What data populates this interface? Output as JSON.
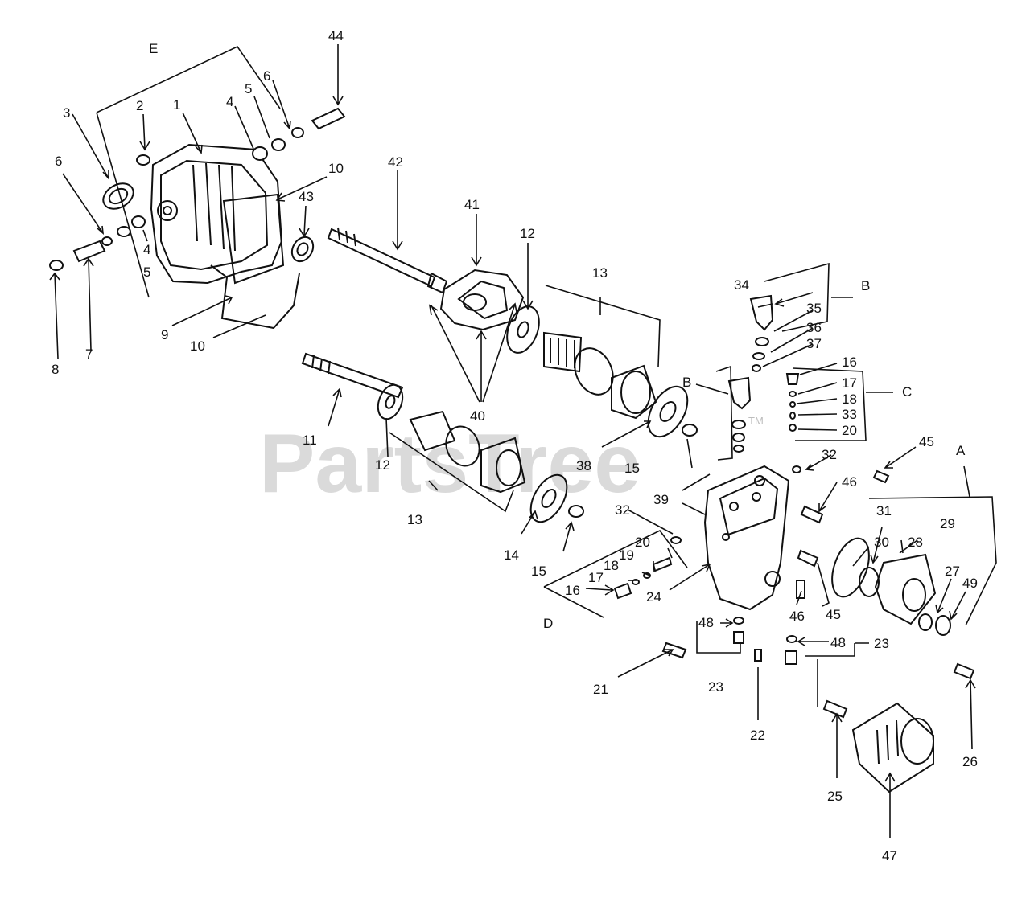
{
  "watermark": {
    "text": "PartsTree",
    "tm": "TM"
  },
  "callouts": {
    "E": "E",
    "A": "A",
    "B": "B",
    "C": "C",
    "D": "D",
    "n1": "1",
    "n2": "2",
    "n3": "3",
    "n4": "4",
    "n5": "5",
    "n6": "6",
    "n7": "7",
    "n8": "8",
    "n9": "9",
    "n10": "10",
    "n11": "11",
    "n12": "12",
    "n13": "13",
    "n14": "14",
    "n15": "15",
    "n16": "16",
    "n17": "17",
    "n18": "18",
    "n19": "19",
    "n20": "20",
    "n21": "21",
    "n22": "22",
    "n23": "23",
    "n24": "24",
    "n25": "25",
    "n26": "26",
    "n27": "27",
    "n28": "28",
    "n29": "29",
    "n30": "30",
    "n31": "31",
    "n32": "32",
    "n33": "33",
    "n34": "34",
    "n35": "35",
    "n36": "36",
    "n37": "37",
    "n38": "38",
    "n39": "39",
    "n40": "40",
    "n41": "41",
    "n42": "42",
    "n43": "43",
    "n44": "44",
    "n45": "45",
    "n46": "46",
    "n47": "47",
    "n48": "48",
    "n49": "49"
  }
}
